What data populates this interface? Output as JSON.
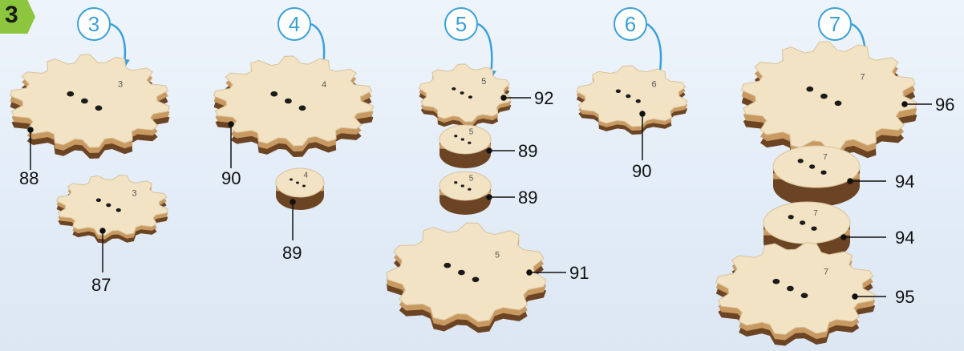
{
  "step_badge": "3",
  "steps": [
    "3",
    "4",
    "5",
    "6",
    "7"
  ],
  "part_numbers": {
    "p88": "88",
    "p87": "87",
    "p90a": "90",
    "p89a": "89",
    "p92": "92",
    "p89b": "89",
    "p89c": "89",
    "p91": "91",
    "p90b": "90",
    "p96": "96",
    "p94a": "94",
    "p94b": "94",
    "p95": "95"
  },
  "engravings": {
    "g3a": "3",
    "g3b": "3",
    "g4a": "4",
    "g4b": "4",
    "g5a": "5",
    "g5b": "5",
    "g5c": "5",
    "g5d": "5",
    "g6": "6",
    "g7a": "7",
    "g7b": "7",
    "g7c": "7",
    "g7d": "7"
  },
  "colors": {
    "badge": "#8cc63f",
    "callout": "#3aa0d8",
    "wood": "#f2e3c4",
    "wood_edge": "#6b4424"
  }
}
